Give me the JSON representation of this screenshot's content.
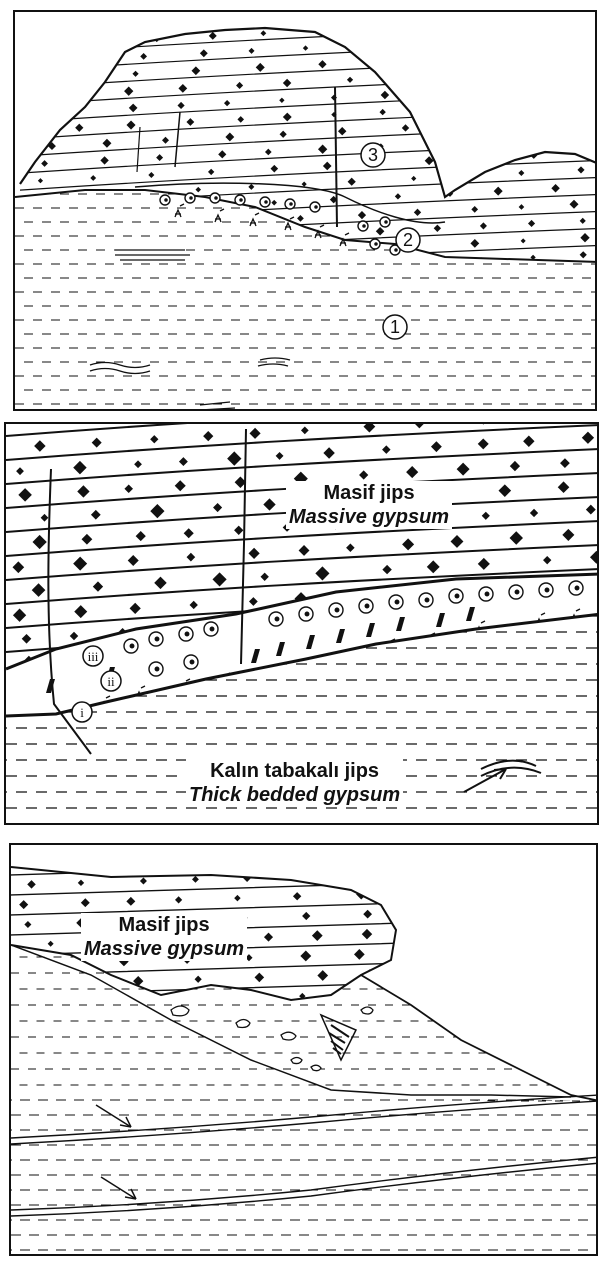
{
  "panel_1": {
    "unit_labels": [
      "1",
      "2",
      "3"
    ]
  },
  "panel_2": {
    "top_label_tr": "Masif jips",
    "top_label_en": "Massive gypsum",
    "bottom_label_tr": "Kalın tabakalı jips",
    "bottom_label_en": "Thick bedded gypsum",
    "sub_unit_labels": [
      "i",
      "ii",
      "iii"
    ]
  },
  "panel_3": {
    "label_tr": "Masif jips",
    "label_en": "Massive gypsum"
  }
}
